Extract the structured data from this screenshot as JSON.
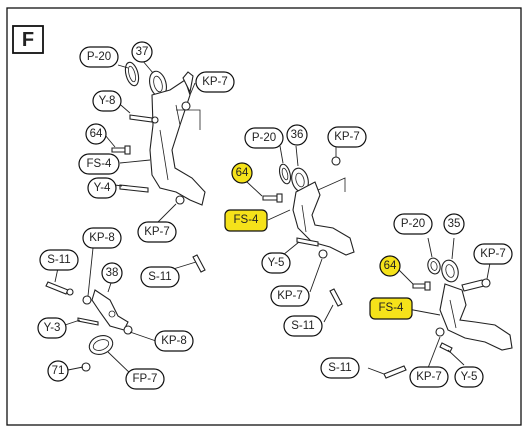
{
  "panel_letter": "F",
  "highlight_color": "#f5e21a",
  "labels": {
    "a_p20": "P-20",
    "a_37": "37",
    "a_kp7_top": "KP-7",
    "a_y8": "Y-8",
    "a_64": "64",
    "a_fs4": "FS-4",
    "a_y4": "Y-4",
    "a_kp7_mid": "KP-7",
    "a_s11": "S-11",
    "b_kp8_top": "KP-8",
    "b_s11": "S-11",
    "b_38": "38",
    "b_y3": "Y-3",
    "b_kp8_right": "KP-8",
    "b_71": "71",
    "b_fp7": "FP-7",
    "c_p20": "P-20",
    "c_36": "36",
    "c_kp7_top": "KP-7",
    "c_64": "64",
    "c_fs4": "FS-4",
    "c_y5": "Y-5",
    "c_kp7_bottom": "KP-7",
    "c_s11": "S-11",
    "d_p20": "P-20",
    "d_35": "35",
    "d_kp7_top": "KP-7",
    "d_64": "64",
    "d_fs4": "FS-4",
    "d_s11": "S-11",
    "d_kp7_bottom": "KP-7",
    "d_y5": "Y-5"
  }
}
